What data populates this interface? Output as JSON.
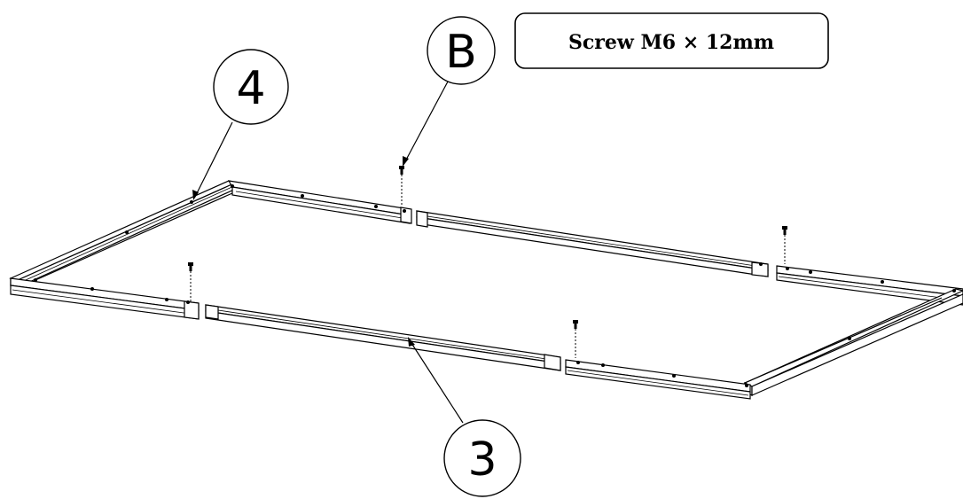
{
  "callouts": {
    "part_4": "4",
    "part_3": "3",
    "part_b": "B"
  },
  "hardware_label": "Screw M6 × 12mm",
  "icons": {
    "screw": "screw-icon",
    "arrow": "leader-arrow-icon"
  }
}
